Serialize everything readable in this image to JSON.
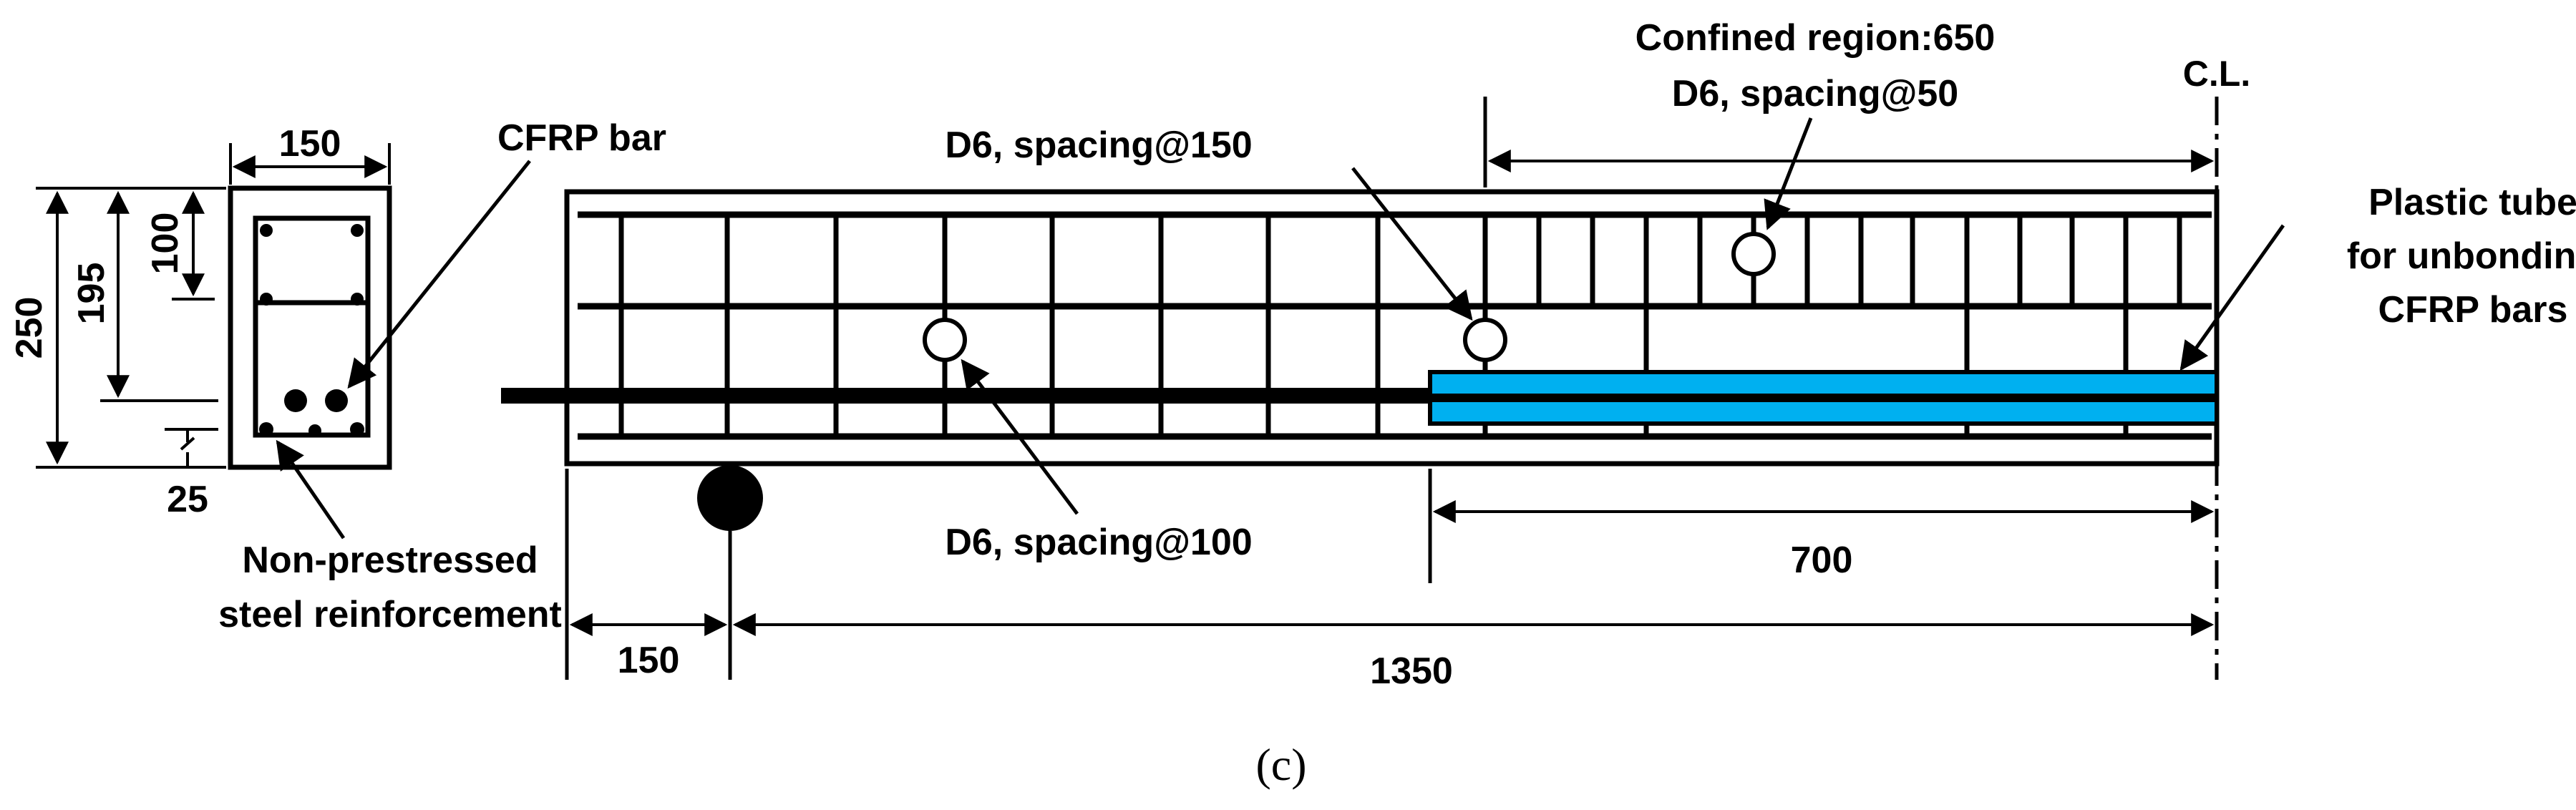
{
  "figure": {
    "caption": "(c)",
    "colors": {
      "ink": "#000000",
      "tube": "#00B0F0",
      "background": "#FFFFFF"
    }
  },
  "cross_section": {
    "width_label": "150",
    "height_label": "250",
    "depth_label": "195",
    "top_label": "100",
    "cover_label": "25",
    "cfrp_label": "CFRP bar",
    "steel_label_line1": "Non-prestressed",
    "steel_label_line2": "steel reinforcement"
  },
  "elevation": {
    "confined_label_line1": "Confined region:650",
    "confined_label_line2": "D6, spacing@50",
    "centerline_label": "C.L.",
    "stirrup150_label": "D6, spacing@150",
    "stirrup100_label": "D6, spacing@100",
    "tube_label_line1": "Plastic tube",
    "tube_label_line2": "for unbonding",
    "tube_label_line3": "CFRP bars",
    "dim_700": "700",
    "dim_150": "150",
    "dim_1350": "1350"
  }
}
